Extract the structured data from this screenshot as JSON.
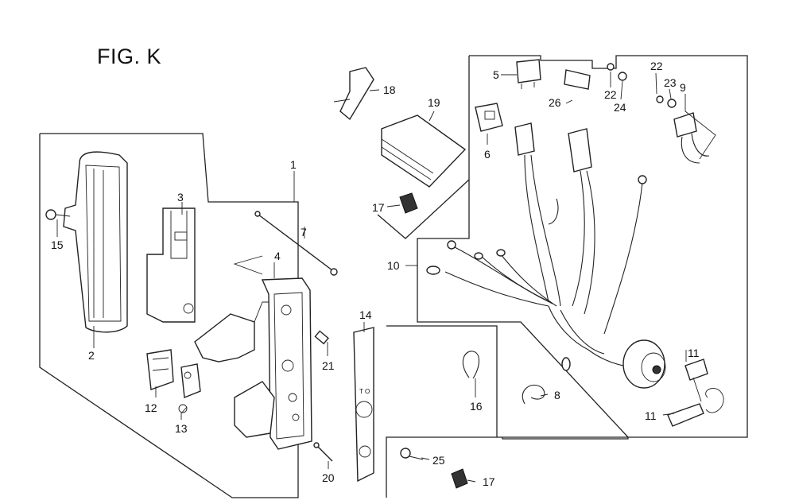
{
  "figure": {
    "title": "FIG. K"
  },
  "callouts": [
    {
      "id": "c1",
      "label": "1"
    },
    {
      "id": "c2",
      "label": "2"
    },
    {
      "id": "c3",
      "label": "3"
    },
    {
      "id": "c4",
      "label": "4"
    },
    {
      "id": "c5",
      "label": "5"
    },
    {
      "id": "c6",
      "label": "6"
    },
    {
      "id": "c7",
      "label": "7"
    },
    {
      "id": "c8",
      "label": "8"
    },
    {
      "id": "c9",
      "label": "9"
    },
    {
      "id": "c10",
      "label": "10"
    },
    {
      "id": "c11a",
      "label": "11"
    },
    {
      "id": "c11b",
      "label": "11"
    },
    {
      "id": "c12",
      "label": "12"
    },
    {
      "id": "c13",
      "label": "13"
    },
    {
      "id": "c14",
      "label": "14"
    },
    {
      "id": "c15",
      "label": "15"
    },
    {
      "id": "c16",
      "label": "16"
    },
    {
      "id": "c17a",
      "label": "17"
    },
    {
      "id": "c17b",
      "label": "17"
    },
    {
      "id": "c18",
      "label": "18"
    },
    {
      "id": "c19",
      "label": "19"
    },
    {
      "id": "c20",
      "label": "20"
    },
    {
      "id": "c21",
      "label": "21"
    },
    {
      "id": "c22a",
      "label": "22"
    },
    {
      "id": "c22b",
      "label": "22"
    },
    {
      "id": "c23",
      "label": "23"
    },
    {
      "id": "c24",
      "label": "24"
    },
    {
      "id": "c25",
      "label": "25"
    },
    {
      "id": "c26",
      "label": "26"
    }
  ]
}
